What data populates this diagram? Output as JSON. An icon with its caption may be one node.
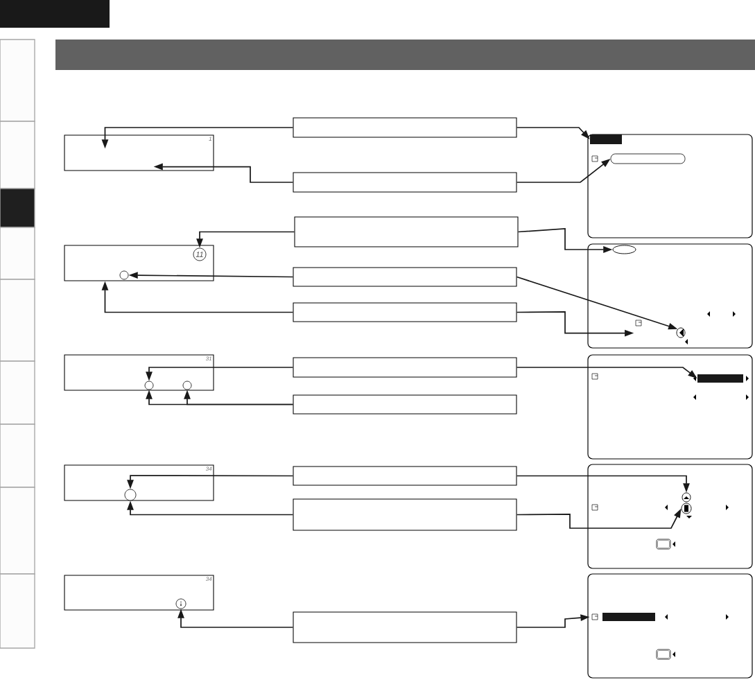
{
  "diagram": {
    "nodes": [
      {
        "text": [
          "1"
        ]
      },
      {
        "text": [],
        "shape": "box"
      },
      {
        "text": [],
        "shape": "box"
      },
      {
        "text": [],
        "shape": "box"
      },
      {
        "text": [],
        "shape": "bar",
        "in": 3
      },
      {
        "text": [],
        "shape": "box",
        "in": 3
      },
      {
        "text": [],
        "shape": "box"
      },
      {
        "text": [
          "11"
        ],
        "in": 6
      },
      {
        "text": [],
        "shape": "circle",
        "in": 6
      },
      {
        "text": [],
        "shape": "box"
      },
      {
        "text": [],
        "shape": "box"
      },
      {
        "text": [],
        "shape": "box"
      },
      {
        "text": [],
        "shape": "box"
      },
      {
        "text": [],
        "shape": "circle",
        "in": 12
      },
      {
        "text": [],
        "shape": "circle",
        "in": 12
      },
      {
        "text": [
          "31"
        ]
      },
      {
        "text": [],
        "shape": "circle",
        "in": 15
      },
      {
        "text": [],
        "shape": "circle",
        "in": 15
      },
      {
        "text": [],
        "shape": "box"
      },
      {
        "text": [],
        "shape": "box"
      },
      {
        "text": [],
        "shape": "box"
      },
      {
        "text": [],
        "shape": "bar",
        "in": 20
      },
      {
        "text": [
          "34"
        ]
      },
      {
        "text": [],
        "shape": "circle",
        "in": 22
      },
      {
        "text": [],
        "shape": "box"
      },
      {
        "text": [],
        "shape": "box"
      },
      {
        "text": [],
        "shape": "box"
      },
      {
        "text": [],
        "shape": "circle",
        "in": 26
      },
      {
        "text": [],
        "shape": "circle",
        "in": 26
      },
      {
        "text": [
          "34"
        ]
      },
      {
        "text": [],
        "shape": "circle",
        "in": 29
      },
      {
        "text": [],
        "shape": "box"
      },
      {
        "text": [],
        "shape": "box"
      },
      {
        "text": [],
        "shape": "bar",
        "in": 32
      },
      {
        "text": [],
        "shape": "bar"
      },
      {
        "text": [],
        "shape": "bar"
      },
      {
        "text": [],
        "shape": "box"
      },
      {
        "text": [],
        "shape": "box"
      },
      {
        "text": [],
        "shape": "box"
      },
      {
        "text": [],
        "shape": "box"
      },
      {
        "text": [],
        "shape": "box"
      },
      {
        "text": [],
        "shape": "box"
      },
      {
        "text": [],
        "shape": "box"
      },
      {
        "text": [],
        "shape": "box"
      },
      {
        "text": [],
        "shape": "box"
      }
    ],
    "edges": [
      {
        "from": 1,
        "to": 0,
        "arrow": "to"
      },
      {
        "from": 1,
        "to": 4,
        "arrow": "to"
      },
      {
        "from": 2,
        "to": 0,
        "arrow": "to"
      },
      {
        "from": 2,
        "to": 5,
        "arrow": "to"
      },
      {
        "from": 9,
        "to": 7,
        "arrow": "to"
      },
      {
        "from": 9,
        "to": 13,
        "arrow": "to"
      },
      {
        "from": 10,
        "to": 8,
        "arrow": "to"
      },
      {
        "from": 10,
        "to": 14,
        "arrow": "to"
      },
      {
        "from": 11,
        "to": 6,
        "arrow": "to"
      },
      {
        "from": 11,
        "to": 12,
        "arrow": "to"
      },
      {
        "from": 18,
        "to": 16,
        "arrow": "to"
      },
      {
        "from": 18,
        "to": 21,
        "arrow": "to"
      },
      {
        "from": 19,
        "to": 16,
        "arrow": "to"
      },
      {
        "from": 19,
        "to": 17,
        "arrow": "to"
      },
      {
        "from": 24,
        "to": 23,
        "arrow": "to"
      },
      {
        "from": 24,
        "to": 27,
        "arrow": "to"
      },
      {
        "from": 25,
        "to": 23,
        "arrow": "to"
      },
      {
        "from": 25,
        "to": 28,
        "arrow": "to"
      },
      {
        "from": 31,
        "to": 30,
        "arrow": "to"
      },
      {
        "from": 31,
        "to": 33,
        "arrow": "to"
      }
    ]
  }
}
